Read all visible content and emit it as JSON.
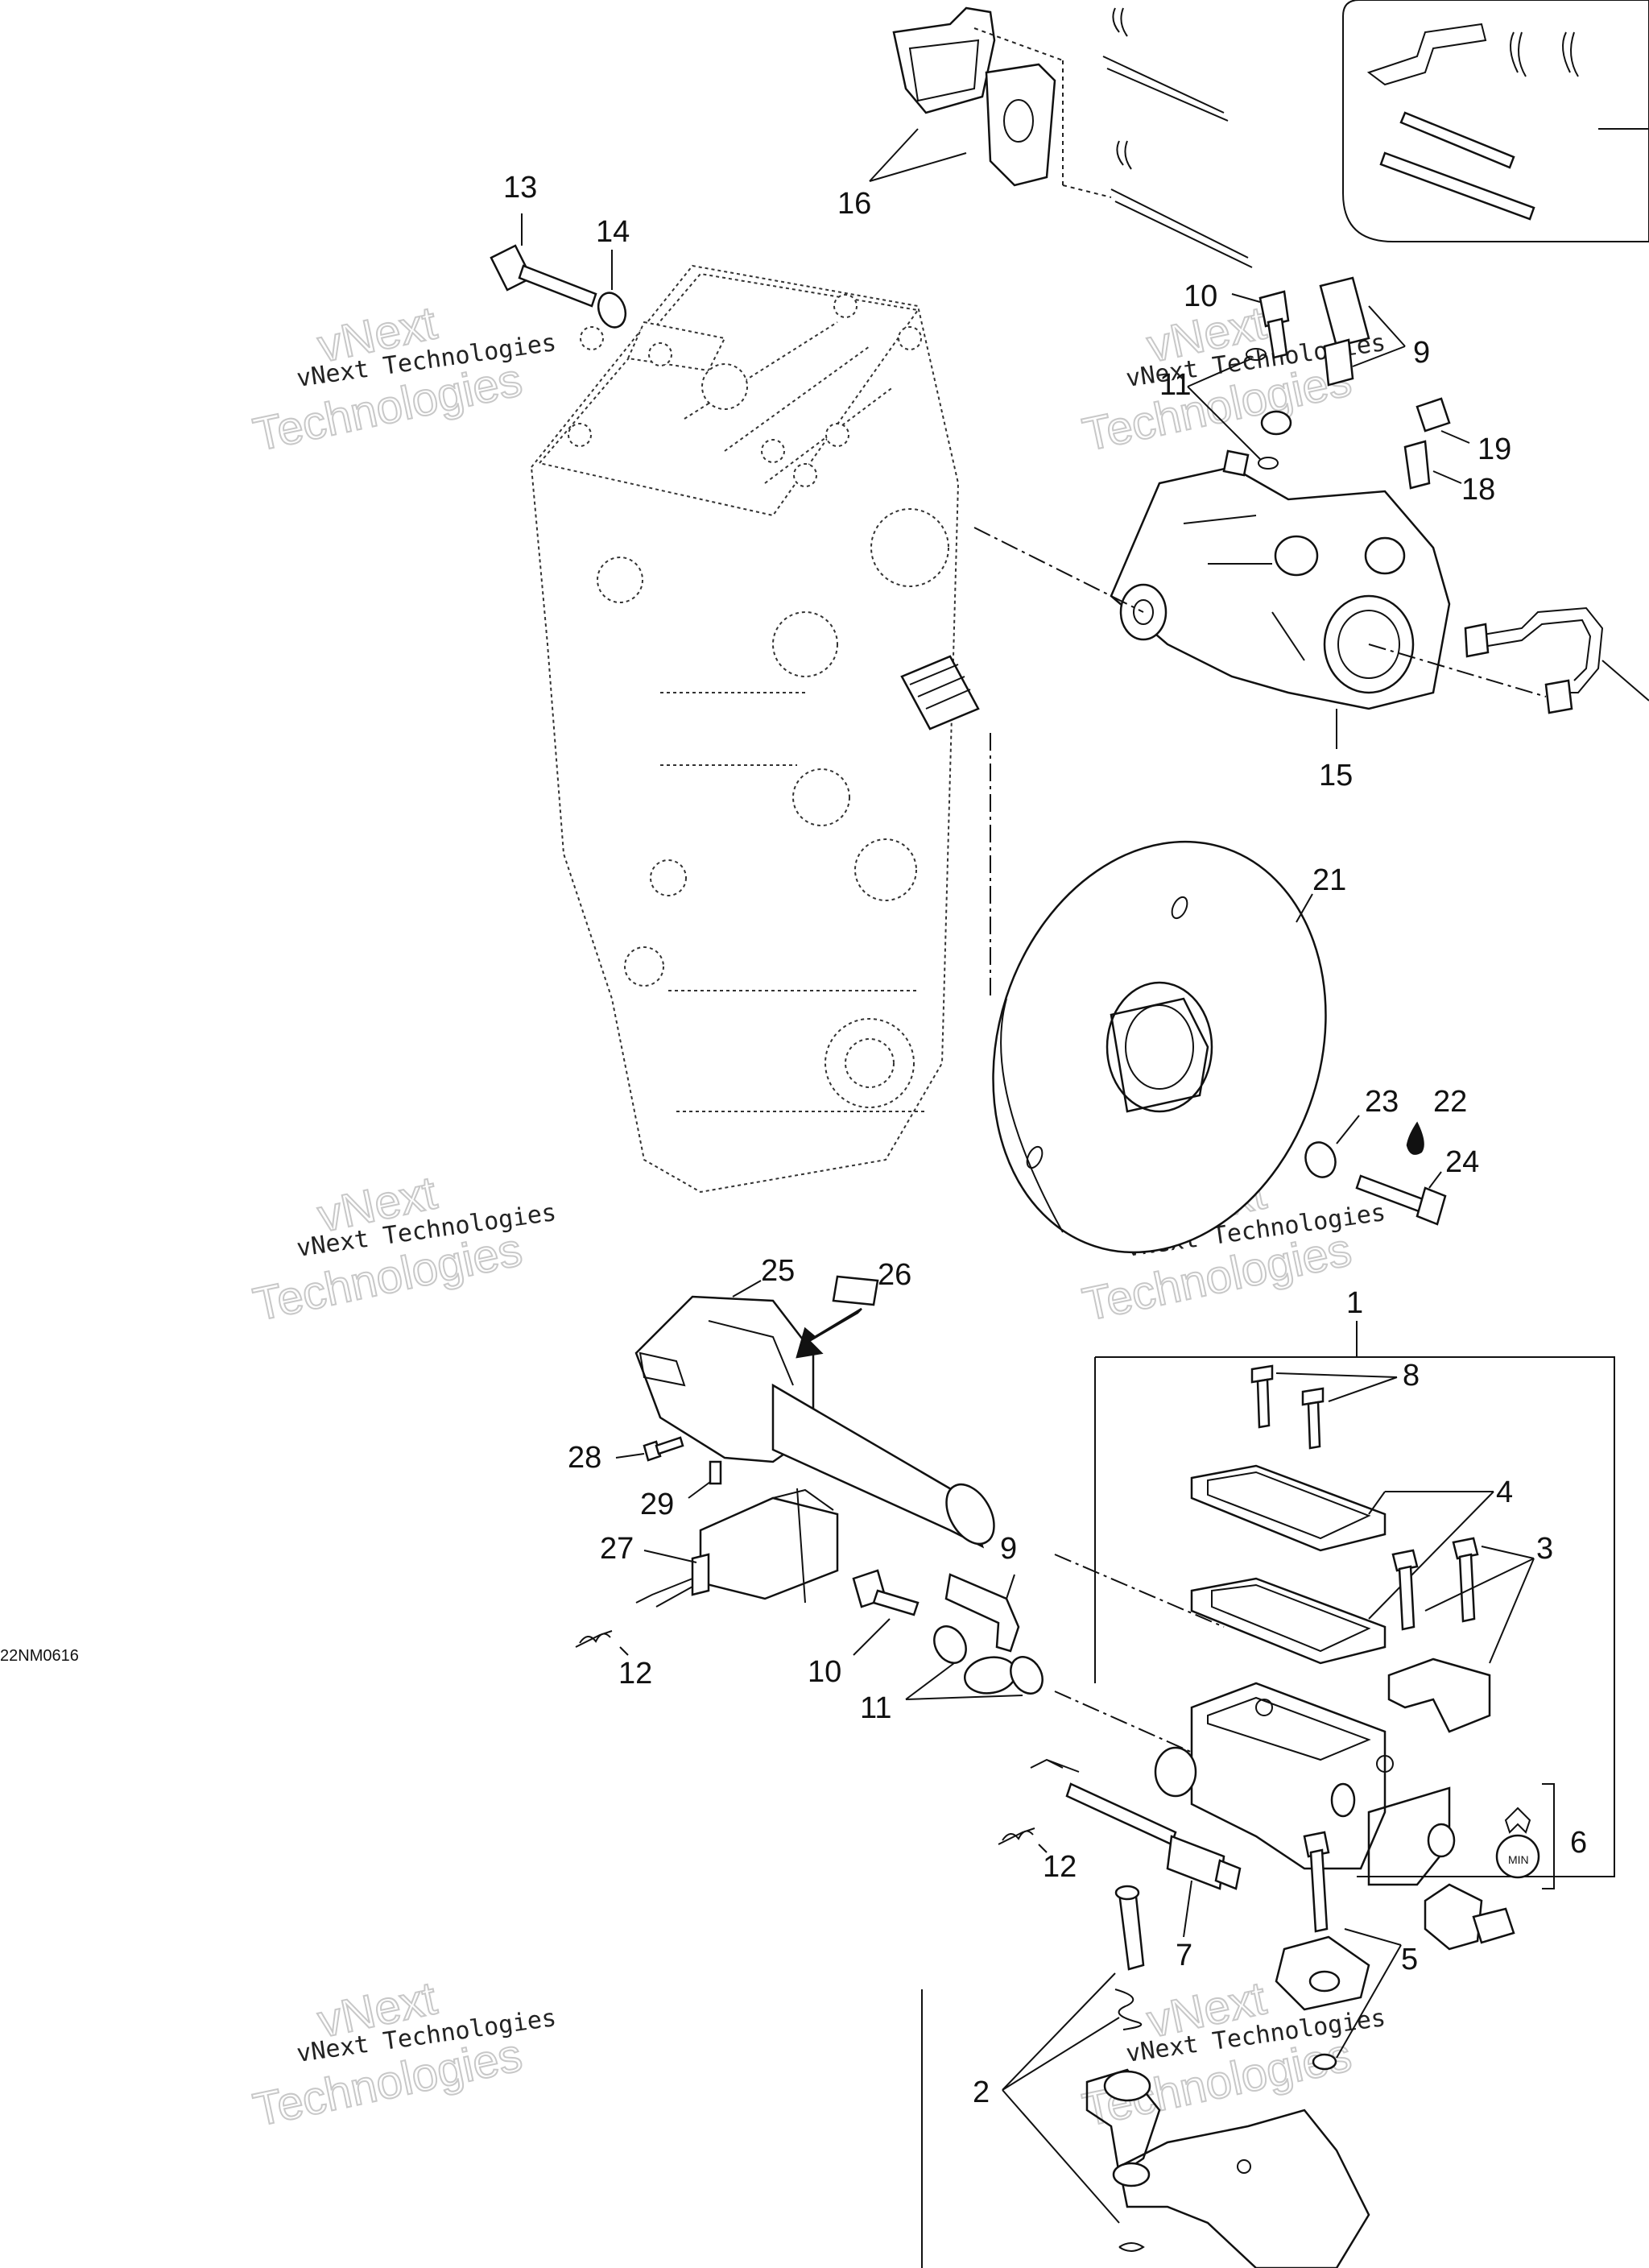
{
  "diagram_code": "22NM0616",
  "watermark": {
    "company": "vNext Technologies",
    "line1": "vNext",
    "line2": "Technologies"
  },
  "callouts": {
    "c1": "1",
    "c2": "2",
    "c3": "3",
    "c4": "4",
    "c5": "5",
    "c6": "6",
    "c7": "7",
    "c8": "8",
    "c9a": "9",
    "c9b": "9",
    "c10a": "10",
    "c10b": "10",
    "c11a": "11",
    "c11b": "11",
    "c12a": "12",
    "c12b": "12",
    "c13": "13",
    "c14": "14",
    "c15": "15",
    "c16": "16",
    "c18": "18",
    "c19": "19",
    "c21": "21",
    "c22": "22",
    "c23": "23",
    "c24": "24",
    "c25": "25",
    "c26": "26",
    "c27": "27",
    "c28": "28",
    "c29": "29"
  },
  "reservoir_cap_label": "MIN"
}
